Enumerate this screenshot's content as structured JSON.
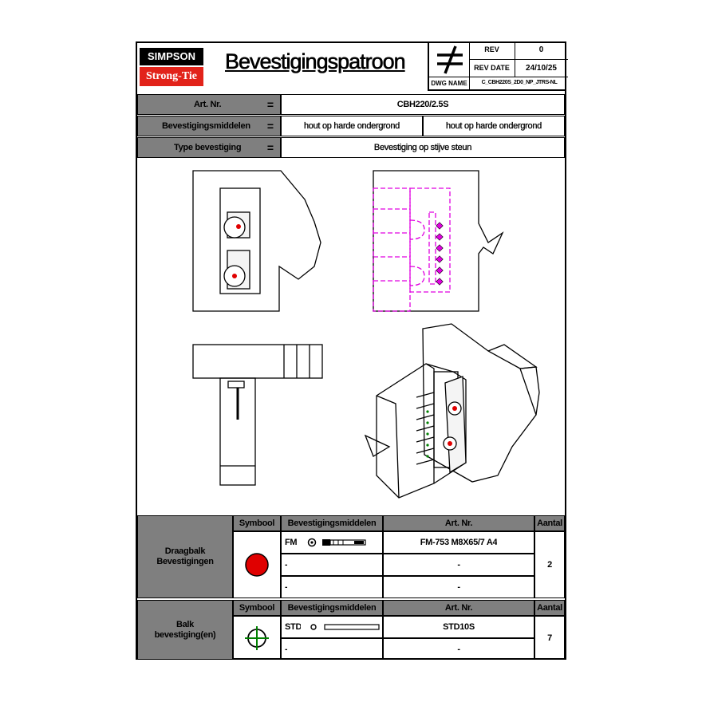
{
  "logo": {
    "line1": "SIMPSON",
    "line2": "Strong-Tie"
  },
  "title": "Bevestigingspatroon",
  "meta": {
    "rev_label": "REV",
    "rev_value": "0",
    "rev_date_label": "REV DATE",
    "rev_date_value": "24/10/25",
    "dwg_label": "DWG NAME",
    "dwg_value": "C_CBH220S_2D0_NP_JTRS-NL"
  },
  "info": {
    "art_label": "Art. Nr.",
    "art_value": "CBH220/2.5S",
    "means_label": "Bevestigingsmiddelen",
    "means_value_1": "hout op harde ondergrond",
    "means_value_2": "hout op harde ondergrond",
    "type_label": "Type bevestiging",
    "type_value": "Bevestiging op stijve steun",
    "eq": "="
  },
  "table1": {
    "group_label": "Draagbalk\nBevestigingen",
    "col_symbol": "Symbool",
    "col_means": "Bevestigingsmiddelen",
    "col_art": "Art. Nr.",
    "col_qty": "Aantal",
    "rows": [
      {
        "means": "FM",
        "art": "FM-753 M8X65/7 A4"
      },
      {
        "means": "-",
        "art": "-"
      },
      {
        "means": "-",
        "art": "-"
      }
    ],
    "qty": "2",
    "symbol_color": "#e00000"
  },
  "table2": {
    "group_label": "Balk\nbevestiging(en)",
    "col_symbol": "Symbool",
    "col_means": "Bevestigingsmiddelen",
    "col_art": "Art. Nr.",
    "col_qty": "Aantal",
    "rows": [
      {
        "means": "STD",
        "art": "STD10S"
      },
      {
        "means": "-",
        "art": "-"
      }
    ],
    "qty": "7",
    "symbol_color": "#008000"
  },
  "colors": {
    "magenta": "#e000e0",
    "gray": "#7f7f7f"
  }
}
